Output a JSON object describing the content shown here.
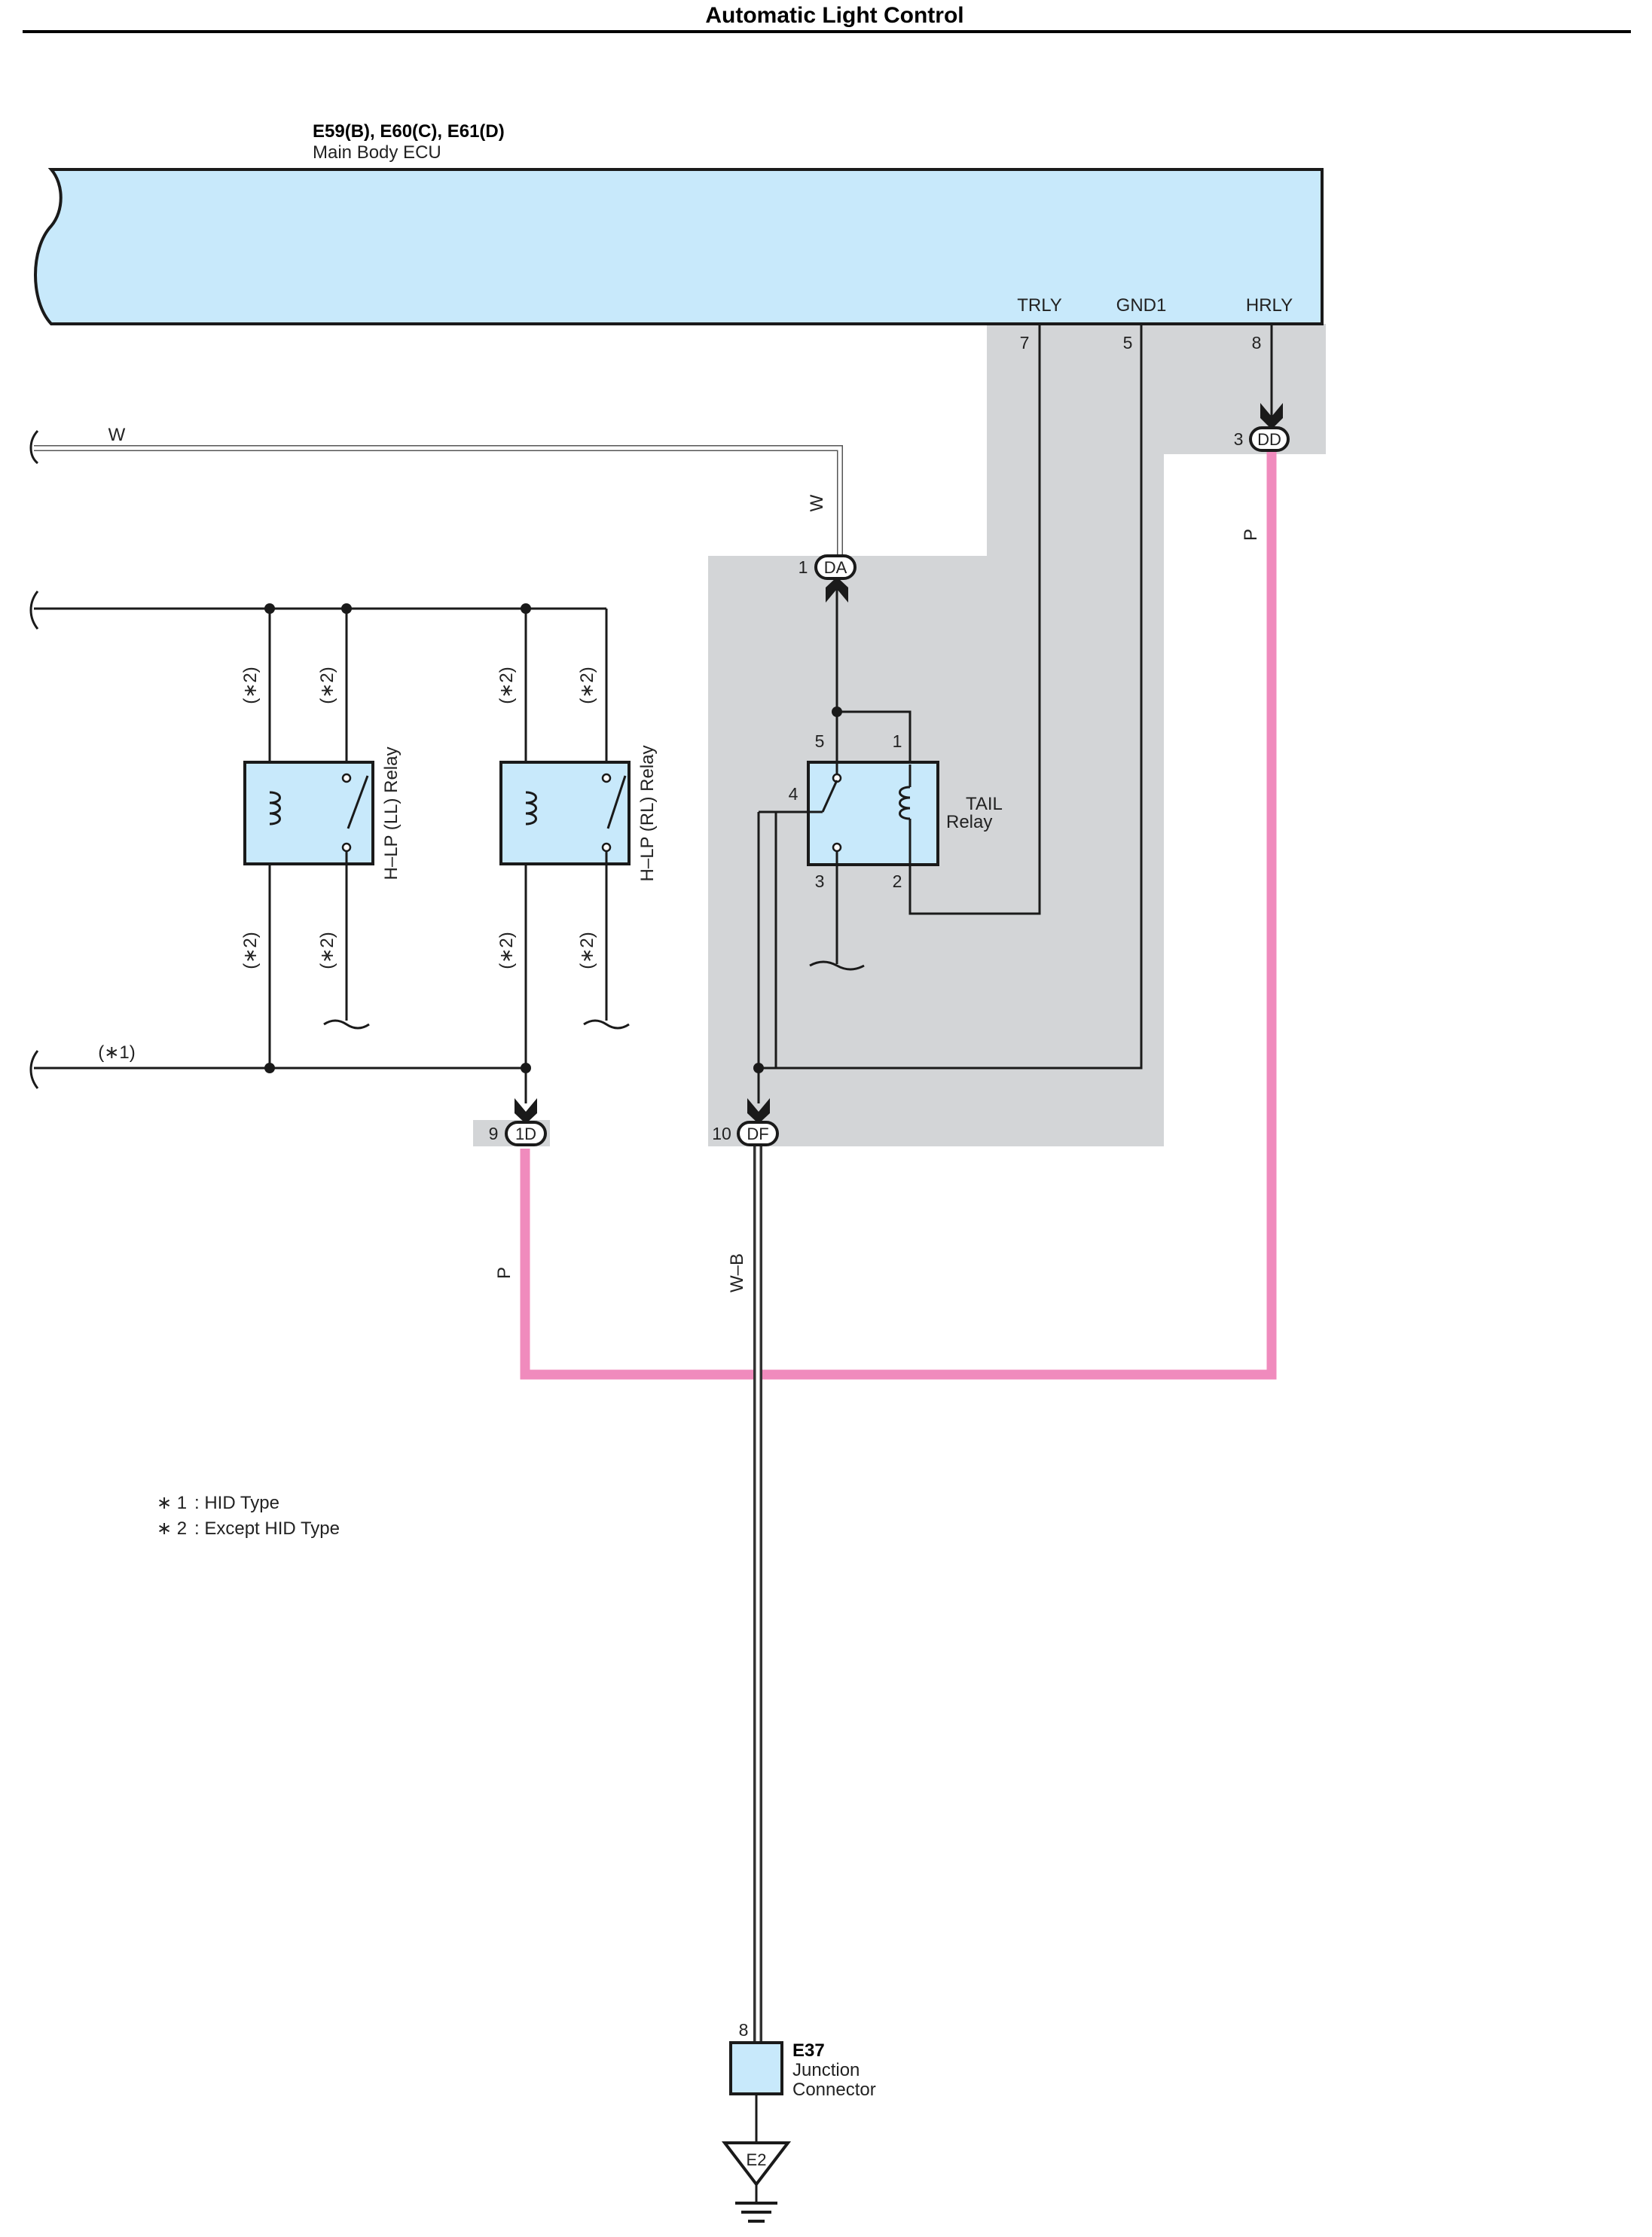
{
  "title": "Automatic Light Control",
  "ecu": {
    "connectors": "E59(B), E60(C), E61(D)",
    "name": "Main Body ECU",
    "terminals": [
      {
        "name": "TRLY",
        "pin": "7"
      },
      {
        "name": "GND1",
        "pin": "5"
      },
      {
        "name": "HRLY",
        "pin": "8"
      }
    ],
    "fill_color": "#c8e9fb"
  },
  "connectors": {
    "dd": {
      "code": "DD",
      "pin": "3"
    },
    "da": {
      "code": "DA",
      "pin": "1"
    },
    "one_d": {
      "code": "1D",
      "pin": "9"
    },
    "df": {
      "code": "DF",
      "pin": "10"
    }
  },
  "wires": {
    "w_top": "W",
    "w_vertical": "W",
    "p_right": "P",
    "p_left": "P",
    "wb": "W–B",
    "pink_color": "#f08bbd"
  },
  "tail_relay": {
    "label_line1": "TAIL",
    "label_line2": "Relay",
    "pins": [
      "5",
      "1",
      "4",
      "3",
      "2"
    ]
  },
  "hlp_ll_relay": {
    "label": "H–LP (LL) Relay"
  },
  "hlp_rl_relay": {
    "label": "H–LP (RL) Relay"
  },
  "variant_tags": {
    "star2": "(∗2)",
    "star1": "(∗1)"
  },
  "notes": [
    {
      "key": "∗ 1",
      "text": ": HID Type"
    },
    {
      "key": "∗ 2",
      "text": ": Except HID Type"
    }
  ],
  "junction": {
    "code": "E37",
    "line1": "Junction",
    "line2": "Connector",
    "pin": "8"
  },
  "ground": {
    "code": "E2"
  }
}
